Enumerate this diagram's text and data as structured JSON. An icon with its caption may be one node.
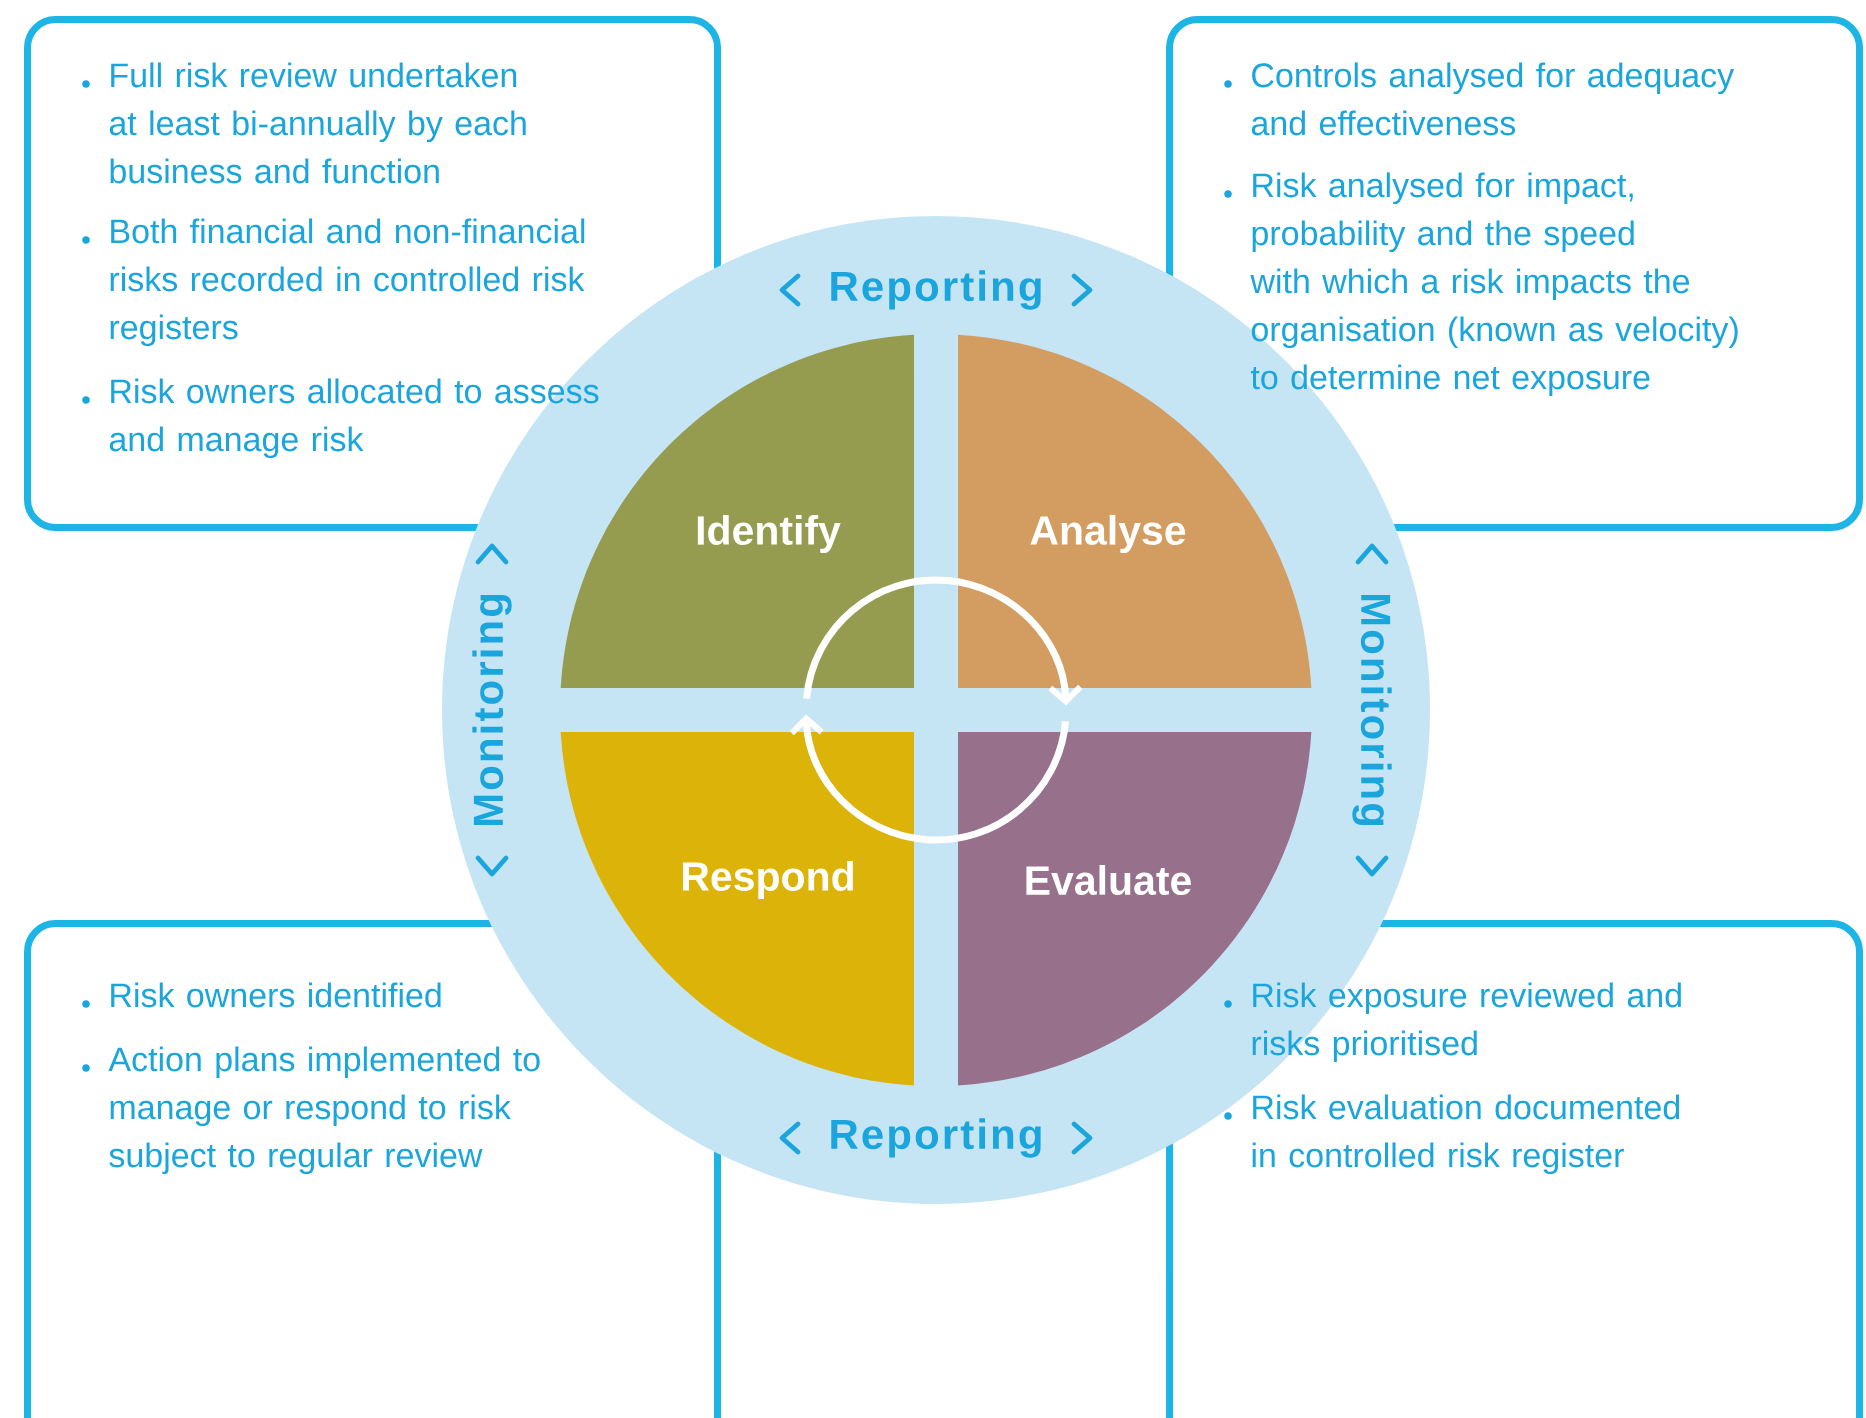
{
  "diagram": {
    "nodes": [
      {
        "text": [
          "Full risk review undertaken at least bi-annually by each business and function",
          "Both financial and non-financial risks recorded in controlled risk registers",
          "Risk owners allocated to assess and manage risk"
        ]
      },
      {
        "text": [
          "Controls analysed for adequacy and effectiveness",
          "Risk analysed for impact, probability and the speed with which a risk impacts the organisation (known as velocity) to determine net exposure"
        ]
      },
      {
        "text": [
          "Reporting",
          "Monitoring",
          "Monitoring",
          "Reporting"
        ]
      },
      {
        "text": [
          "Identify"
        ],
        "in": 2
      },
      {
        "text": [
          "Analyse"
        ],
        "in": 2
      },
      {
        "text": [
          "Respond"
        ],
        "in": 2
      },
      {
        "text": [
          "Evaluate"
        ],
        "in": 2
      },
      {
        "text": [
          "Risk owners identified",
          "Action plans implemented to manage or respond to risk subject to regular review"
        ]
      },
      {
        "text": [
          "Risk exposure reviewed and risks prioritised",
          "Risk evaluation documented in controlled risk register"
        ]
      }
    ],
    "edges": [
      {
        "from": 3,
        "to": 4,
        "arrow": "to"
      },
      {
        "from": 6,
        "to": 5,
        "arrow": "to"
      }
    ]
  }
}
